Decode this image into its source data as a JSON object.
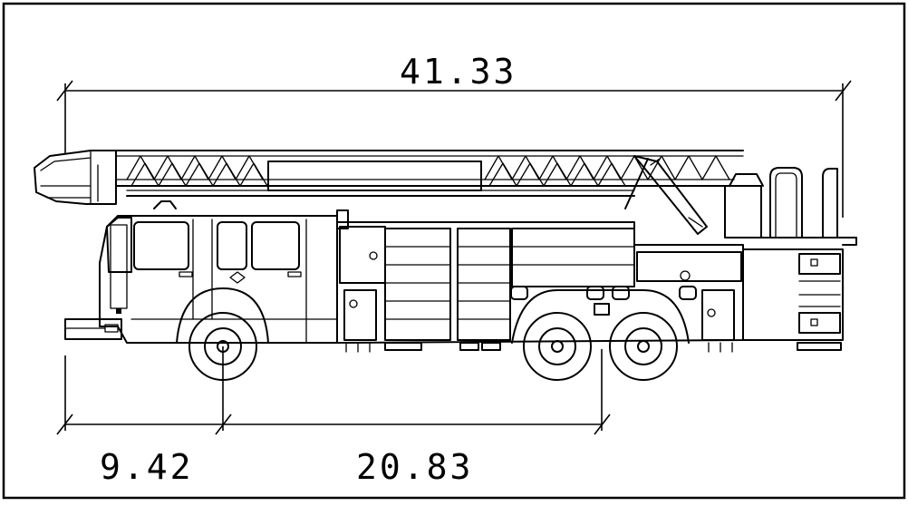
{
  "dimensions": {
    "overall_length": "41.33",
    "front_overhang": "9.42",
    "wheelbase": "20.83"
  }
}
